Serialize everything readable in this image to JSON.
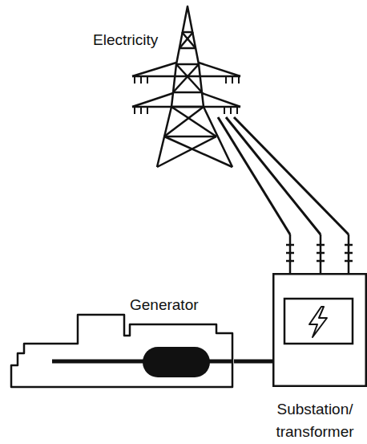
{
  "diagram": {
    "nodes": [
      {
        "text": [
          "Generator"
        ]
      },
      {
        "text": [
          "Substation/ transformer"
        ]
      }
    ],
    "edges": [
      {
        "from": 0,
        "to": 1,
        "arrow": "none"
      }
    ],
    "labels": [
      "Electricity"
    ]
  }
}
